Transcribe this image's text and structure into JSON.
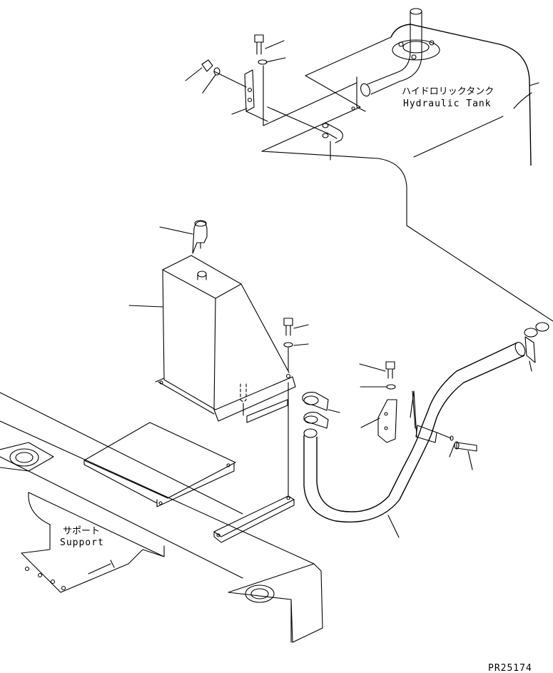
{
  "labels": {
    "hydraulic_tank_jp": "ハイドロリックタンク",
    "hydraulic_tank_en": "Hydraulic Tank",
    "support_jp": "サポート",
    "support_en": "Support",
    "drawing_code": "PR25174"
  }
}
